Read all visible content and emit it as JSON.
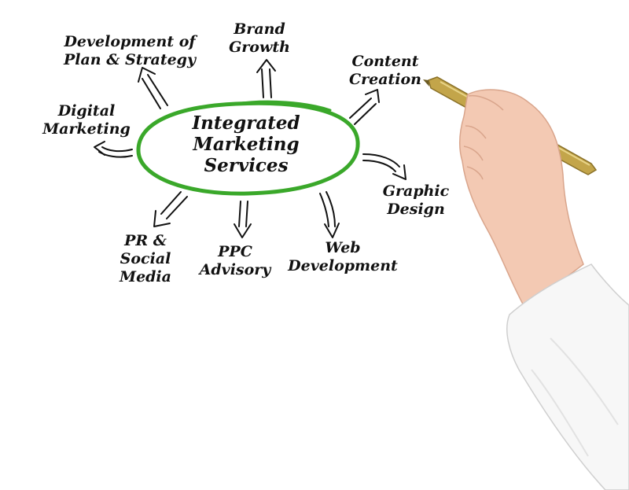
{
  "diagram": {
    "center": {
      "lines": [
        "Integrated",
        "Marketing",
        "Services"
      ],
      "ring_color": "#3aa82a"
    },
    "nodes": [
      {
        "id": "development-plan-strategy",
        "lines": [
          "Development of",
          "Plan & Strategy"
        ]
      },
      {
        "id": "brand-growth",
        "lines": [
          "Brand",
          "Growth"
        ]
      },
      {
        "id": "content-creation",
        "lines": [
          "Content",
          "Creation"
        ]
      },
      {
        "id": "digital-marketing",
        "lines": [
          "Digital",
          "Marketing"
        ]
      },
      {
        "id": "graphic-design",
        "lines": [
          "Graphic",
          "Design"
        ]
      },
      {
        "id": "pr-social-media",
        "lines": [
          "PR &",
          "Social",
          "Media"
        ]
      },
      {
        "id": "ppc-advisory",
        "lines": [
          "PPC",
          "Advisory"
        ]
      },
      {
        "id": "web-development",
        "lines": [
          "Web",
          "Development"
        ]
      }
    ],
    "ink_color": "#111111"
  }
}
